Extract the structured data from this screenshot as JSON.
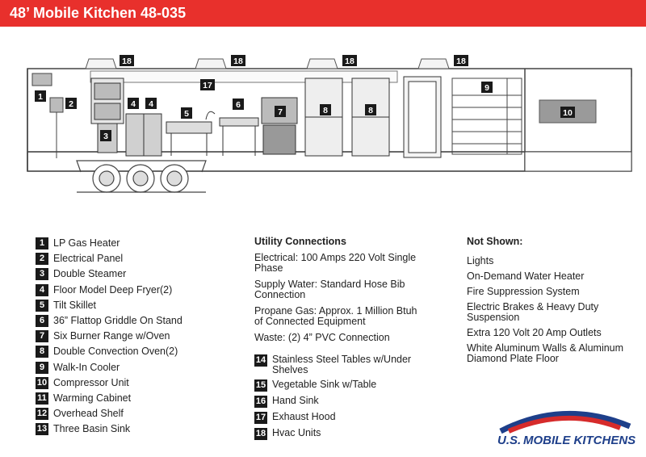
{
  "header": {
    "title": "48’ Mobile Kitchen 48-035"
  },
  "colors": {
    "header_bg": "#e8302c",
    "badge_bg": "#1a1a1a",
    "logo_blue": "#1e3f8a",
    "logo_red": "#d62b2b"
  },
  "diagram_callouts": [
    "1",
    "2",
    "3",
    "4",
    "4",
    "5",
    "6",
    "7",
    "8",
    "8",
    "9",
    "10",
    "17",
    "18",
    "18",
    "18",
    "18"
  ],
  "legend": [
    {
      "num": "1",
      "label": "LP Gas Heater"
    },
    {
      "num": "2",
      "label": "Electrical Panel"
    },
    {
      "num": "3",
      "label": "Double Steamer"
    },
    {
      "num": "4",
      "label": "Floor Model Deep Fryer(2)"
    },
    {
      "num": "5",
      "label": "Tilt Skillet"
    },
    {
      "num": "6",
      "label": "36” Flattop Griddle On Stand"
    },
    {
      "num": "7",
      "label": "Six Burner Range w/Oven"
    },
    {
      "num": "8",
      "label": "Double Convection Oven(2)"
    },
    {
      "num": "9",
      "label": "Walk-In Cooler"
    },
    {
      "num": "10",
      "label": "Compressor Unit"
    },
    {
      "num": "11",
      "label": "Warming Cabinet"
    },
    {
      "num": "12",
      "label": "Overhead Shelf"
    },
    {
      "num": "13",
      "label": "Three Basin Sink"
    }
  ],
  "utility": {
    "heading": "Utility Connections",
    "items": [
      "Electrical: 100 Amps 220 Volt Single Phase",
      "Supply Water: Standard Hose Bib Connection",
      "Propane Gas: Approx. 1 Million Btuh of Connected Equipment",
      "Waste: (2) 4” PVC Connection"
    ]
  },
  "legend2": [
    {
      "num": "14",
      "label": "Stainless Steel Tables w/Under Shelves"
    },
    {
      "num": "15",
      "label": "Vegetable Sink w/Table"
    },
    {
      "num": "16",
      "label": "Hand Sink"
    },
    {
      "num": "17",
      "label": "Exhaust Hood"
    },
    {
      "num": "18",
      "label": "Hvac Units"
    }
  ],
  "not_shown": {
    "heading": "Not Shown:",
    "items": [
      "Lights",
      "On-Demand Water Heater",
      "Fire Suppression System",
      "Electric Brakes & Heavy Duty Suspension",
      "Extra 120 Volt 20 Amp Outlets",
      "White Aluminum Walls & Aluminum Diamond Plate Floor"
    ]
  },
  "logo": {
    "text_us": "U.S.",
    "text_brand": "MOBILE KITCHENS"
  }
}
